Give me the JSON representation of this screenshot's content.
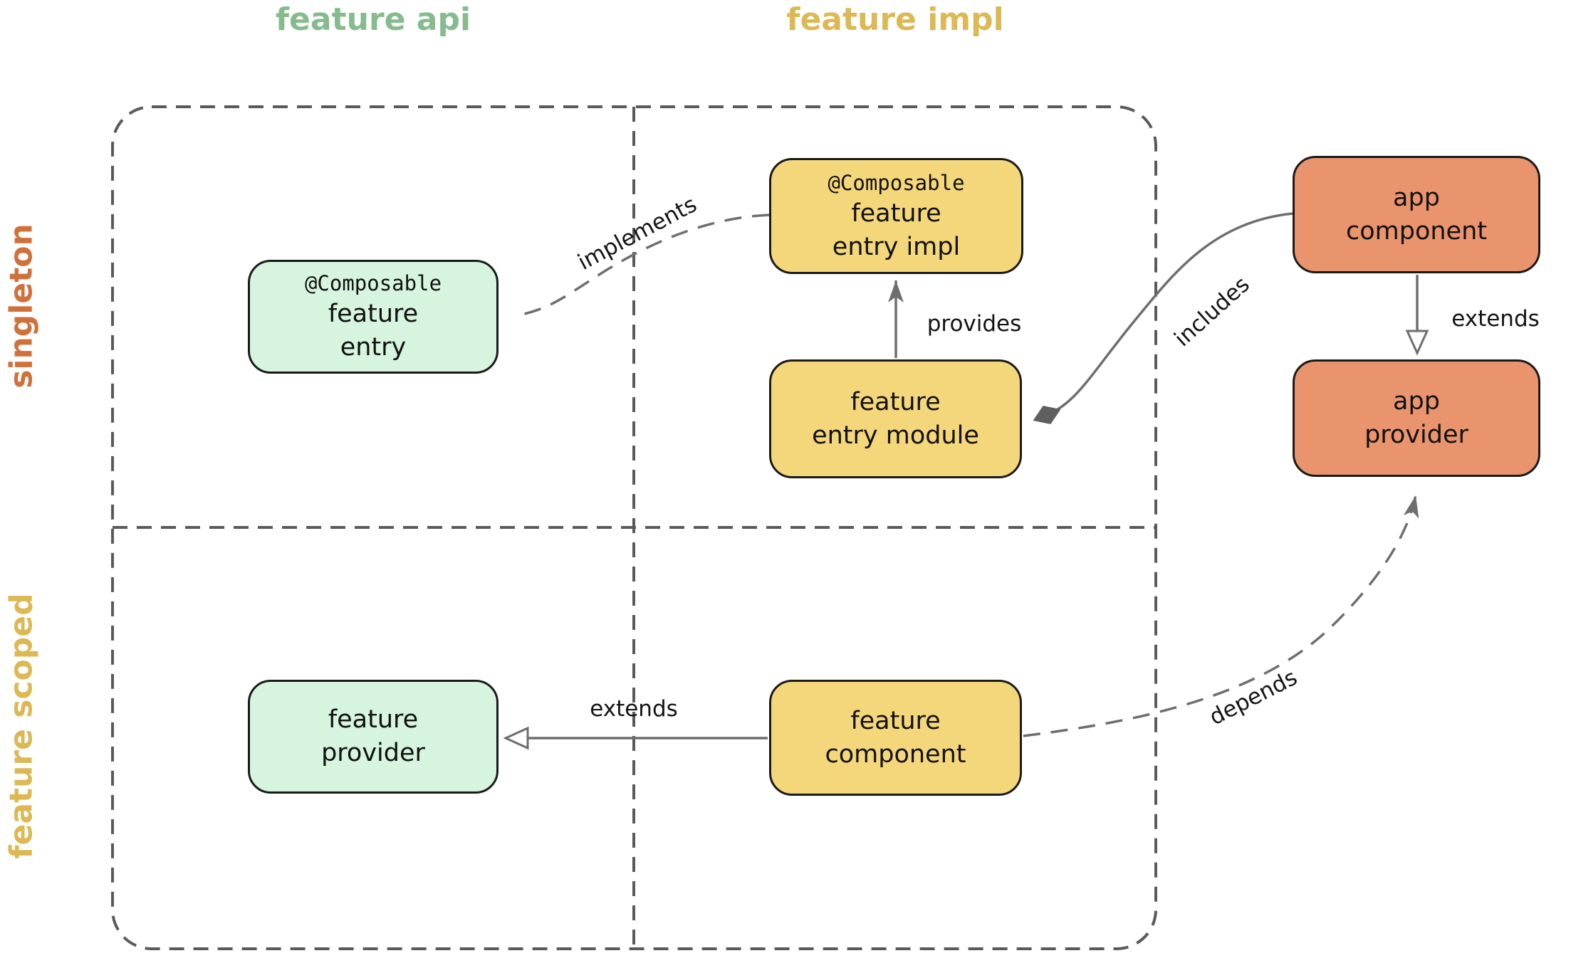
{
  "diagram": {
    "column_headers": [
      {
        "id": "feature-api",
        "label": "feature api",
        "color": "#85bb8d"
      },
      {
        "id": "feature-impl",
        "label": "feature impl",
        "color": "#dcb955"
      }
    ],
    "row_labels": [
      {
        "id": "singleton",
        "label": "singleton",
        "color": "#d0713c"
      },
      {
        "id": "feature-scoped",
        "label": "feature scoped",
        "color": "#dcb955"
      }
    ],
    "nodes": {
      "feature_entry": {
        "annotation": "@Composable",
        "line1": "feature",
        "line2": "entry",
        "fill": "#d6f4de"
      },
      "feature_entry_impl": {
        "annotation": "@Composable",
        "line1": "feature",
        "line2": "entry impl",
        "fill": "#f5d77b"
      },
      "feature_entry_module": {
        "line1": "feature",
        "line2": "entry module",
        "fill": "#f5d77b"
      },
      "app_component": {
        "line1": "app",
        "line2": "component",
        "fill": "#e9946d"
      },
      "app_provider": {
        "line1": "app",
        "line2": "provider",
        "fill": "#e9946d"
      },
      "feature_provider": {
        "line1": "feature",
        "line2": "provider",
        "fill": "#d6f4de"
      },
      "feature_component": {
        "line1": "feature",
        "line2": "component",
        "fill": "#f5d77b"
      }
    },
    "edges": {
      "implements": {
        "label": "implements",
        "style": "dashed",
        "head": "hollow-triangle",
        "from": "feature_entry_impl",
        "to": "feature_entry"
      },
      "provides": {
        "label": "provides",
        "style": "solid",
        "head": "filled-arrow",
        "from": "feature_entry_module",
        "to": "feature_entry_impl"
      },
      "includes": {
        "label": "includes",
        "style": "solid",
        "head": "filled-diamond",
        "from": "app_component",
        "to": "feature_entry_module"
      },
      "extends_app": {
        "label": "extends",
        "style": "solid",
        "head": "hollow-triangle",
        "from": "app_component",
        "to": "app_provider"
      },
      "extends_feature": {
        "label": "extends",
        "style": "solid",
        "head": "hollow-triangle",
        "from": "feature_component",
        "to": "feature_provider"
      },
      "depends": {
        "label": "depends",
        "style": "dashed",
        "head": "filled-arrow",
        "from": "feature_component",
        "to": "app_provider"
      }
    },
    "colors": {
      "wire": "#6e6e6e",
      "grid": "#5a5a5a",
      "node_border": "#1a1a1a",
      "edge_label_text": "#141414",
      "background": "#ffffff"
    }
  }
}
